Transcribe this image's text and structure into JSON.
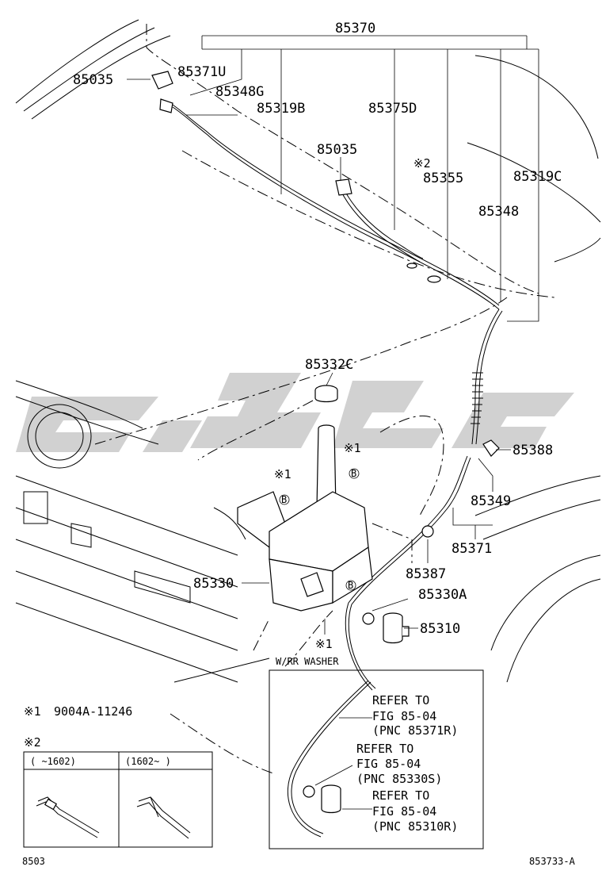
{
  "labels": {
    "assy": "85370",
    "nozzle_left": "85035",
    "hose_u": "85371U",
    "hose_g": "85348G",
    "hose_b": "85319B",
    "hose_d": "85375D",
    "nozzle_right": "85035",
    "note2_mark": "※2",
    "joint": "85355",
    "hose_c": "85319C",
    "hose_main": "85348",
    "cap": "85332C",
    "clamp": "85388",
    "hose_lower": "85349",
    "hose_rr": "85371",
    "grommet": "85387",
    "tank": "85330",
    "grommet_pump": "85330A",
    "pump": "85310",
    "note1_mark_a": "※1",
    "note1_mark_b": "※1",
    "note1_mark_c": "※1",
    "b_mark_a": "B",
    "b_mark_b": "B",
    "b_mark_c": "B",
    "rr_washer": "W/RR WASHER"
  },
  "refer_box": {
    "ref1_line1": "REFER TO",
    "ref1_line2": "FIG 85-04",
    "ref1_line3": "(PNC 85371R)",
    "ref2_line1": "REFER TO",
    "ref2_line2": "FIG 85-04",
    "ref2_line3": "(PNC 85330S)",
    "ref3_line1": "REFER TO",
    "ref3_line2": "FIG 85-04",
    "ref3_line3": "(PNC 85310R)"
  },
  "notes": {
    "note1_mark": "※1",
    "note1_part": "9004A-11246",
    "note2_mark": "※2",
    "note2_col1": "(   ~1602)",
    "note2_col2": "(1602~   )"
  },
  "footer": {
    "left_code": "8503",
    "right_code": "853733-A"
  }
}
